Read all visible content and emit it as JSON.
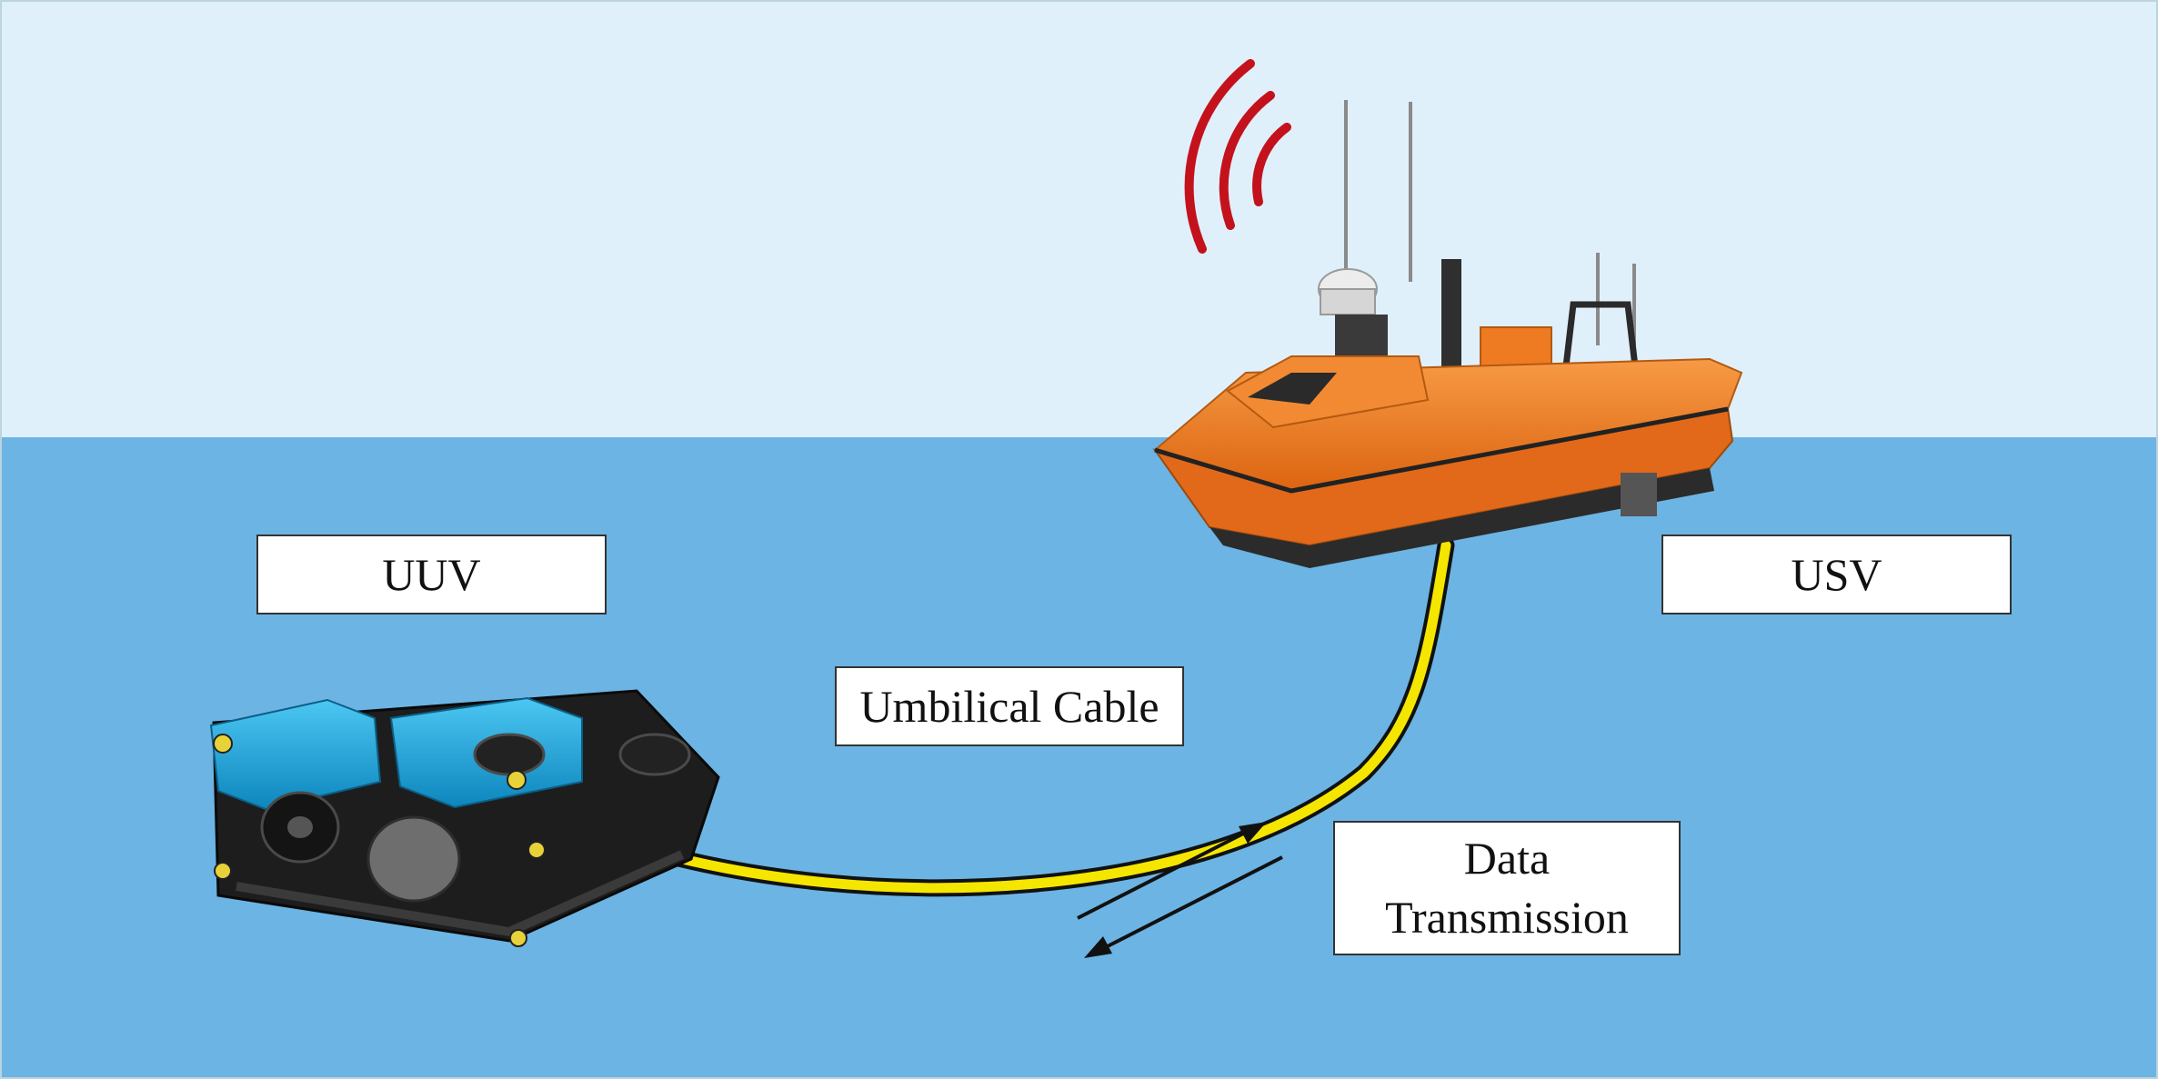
{
  "labels": {
    "uuv": "UUV",
    "usv": "USV",
    "cable": "Umbilical Cable",
    "data_line1": "Data",
    "data_line2": "Transmission"
  },
  "colors": {
    "sky": "#dff0fb",
    "water": "#6cb4e3",
    "cable": "#f5e600",
    "hull": "#f07a1e",
    "uuv_body": "#1aa6dc",
    "signal": "#c4121c"
  },
  "icons": [
    "radio-signal-icon",
    "usv-boat-icon",
    "uuv-rov-icon",
    "double-arrow-icon"
  ]
}
